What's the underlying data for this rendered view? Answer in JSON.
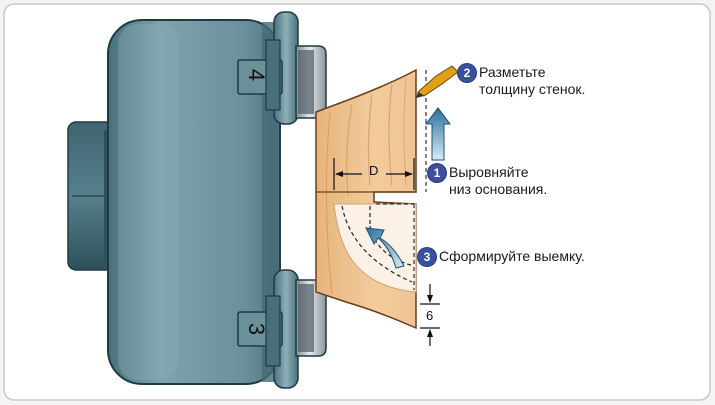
{
  "diagram": {
    "jaw_labels": {
      "top": "4",
      "bottom": "3"
    },
    "dimension_d": "D",
    "dimension_6": "6",
    "callouts": [
      {
        "number": "1",
        "line1": "Выровняйте",
        "line2": "низ основания."
      },
      {
        "number": "2",
        "line1": "Разметьте",
        "line2": "толщину стенок."
      },
      {
        "number": "3",
        "line1": "Сформируйте выемку.",
        "line2": ""
      }
    ],
    "colors": {
      "chuck_body": "#5f8490",
      "wood": "#f0c898",
      "badge": "#3a4f9e",
      "arrow": "#2c6f9a",
      "tool": "#e0a018"
    }
  }
}
